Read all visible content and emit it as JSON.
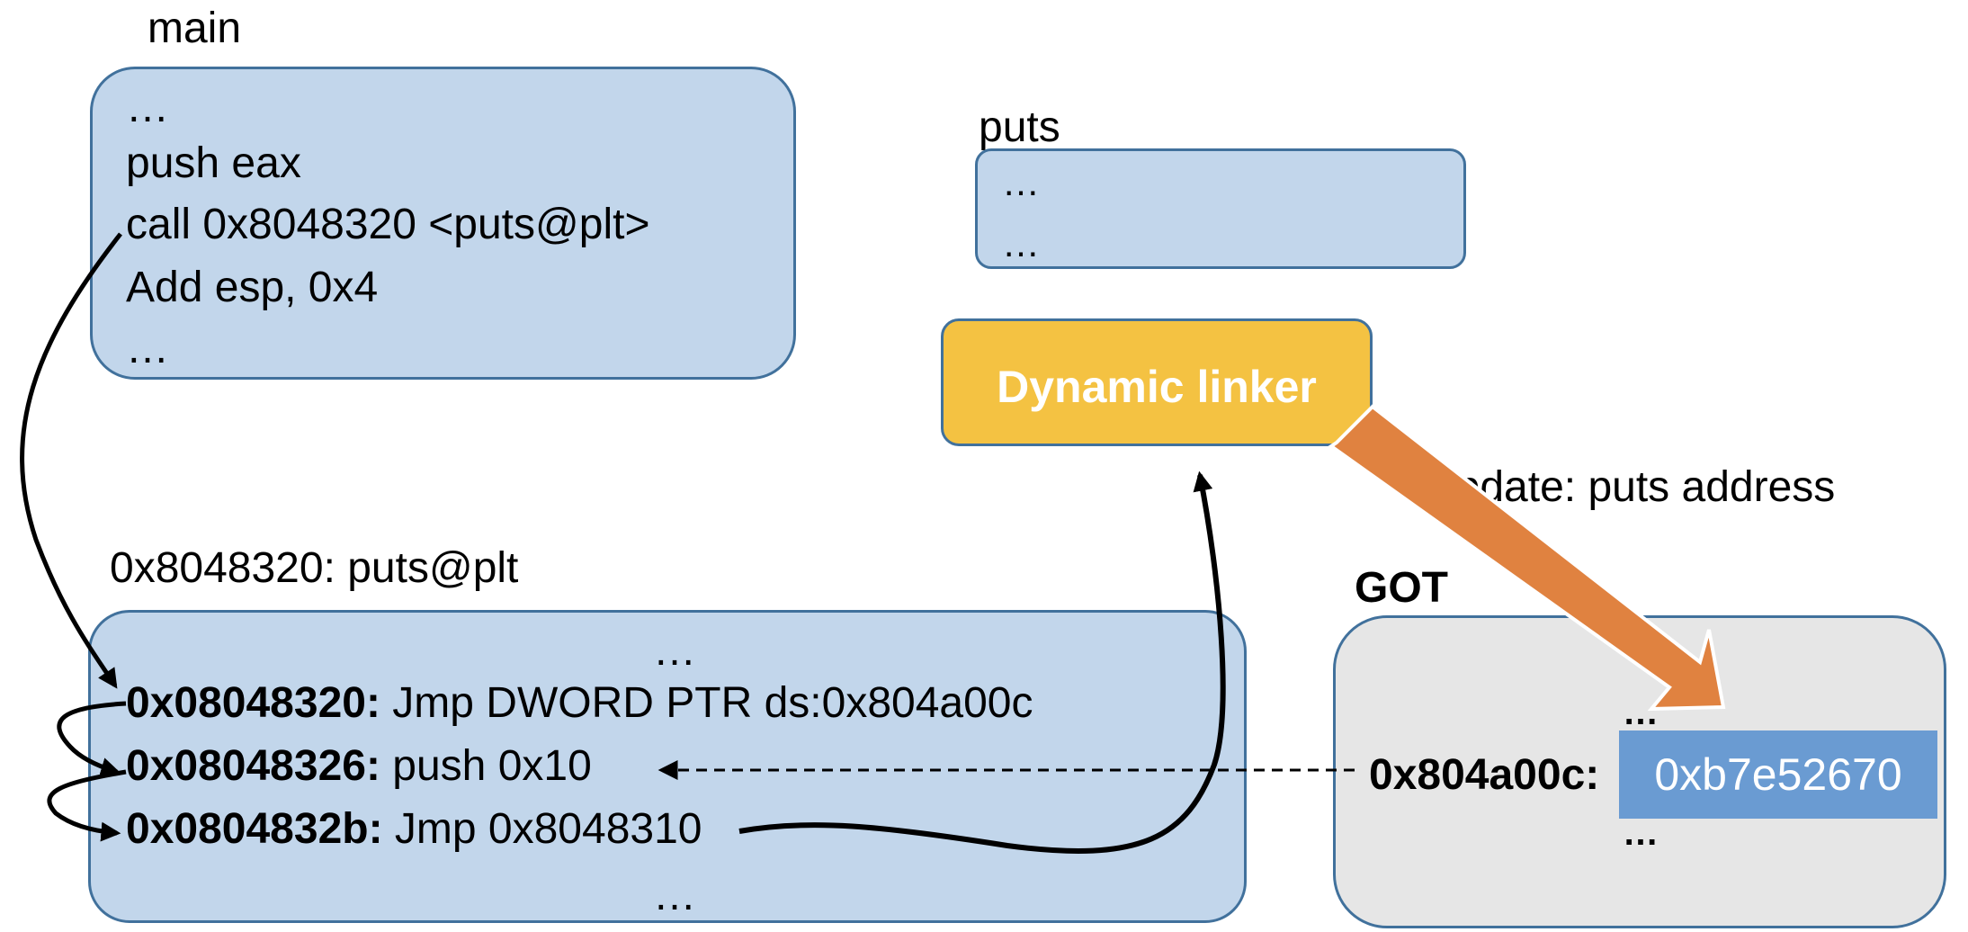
{
  "main": {
    "title": "main",
    "lines": [
      "…",
      "push eax",
      "call 0x8048320 <puts@plt>",
      "Add esp, 0x4",
      "…"
    ]
  },
  "puts": {
    "title": "puts",
    "lines": [
      "…",
      "…"
    ]
  },
  "linker": {
    "label": "Dynamic linker"
  },
  "update_label": "Update: puts address",
  "plt": {
    "title": "0x8048320: puts@plt",
    "top_ellipsis": "…",
    "bottom_ellipsis": "…",
    "rows": [
      {
        "addr": "0x08048320:",
        "instr": " Jmp DWORD PTR ds:0x804a00c"
      },
      {
        "addr": "0x08048326:",
        "instr": " push 0x10"
      },
      {
        "addr": "0x0804832b:",
        "instr": " Jmp 0x8048310"
      }
    ]
  },
  "got": {
    "title": "GOT",
    "top_ellipsis": "…",
    "bottom_ellipsis": "…",
    "address": "0x804a00c:",
    "value": "0xb7e52670"
  },
  "colors": {
    "box_fill": "#c2d6eb",
    "box_border": "#41719c",
    "linker_fill": "#f4c242",
    "got_fill": "#e6e6e6",
    "got_value_fill": "#6a9bd2",
    "update_arrow": "#e08240"
  }
}
